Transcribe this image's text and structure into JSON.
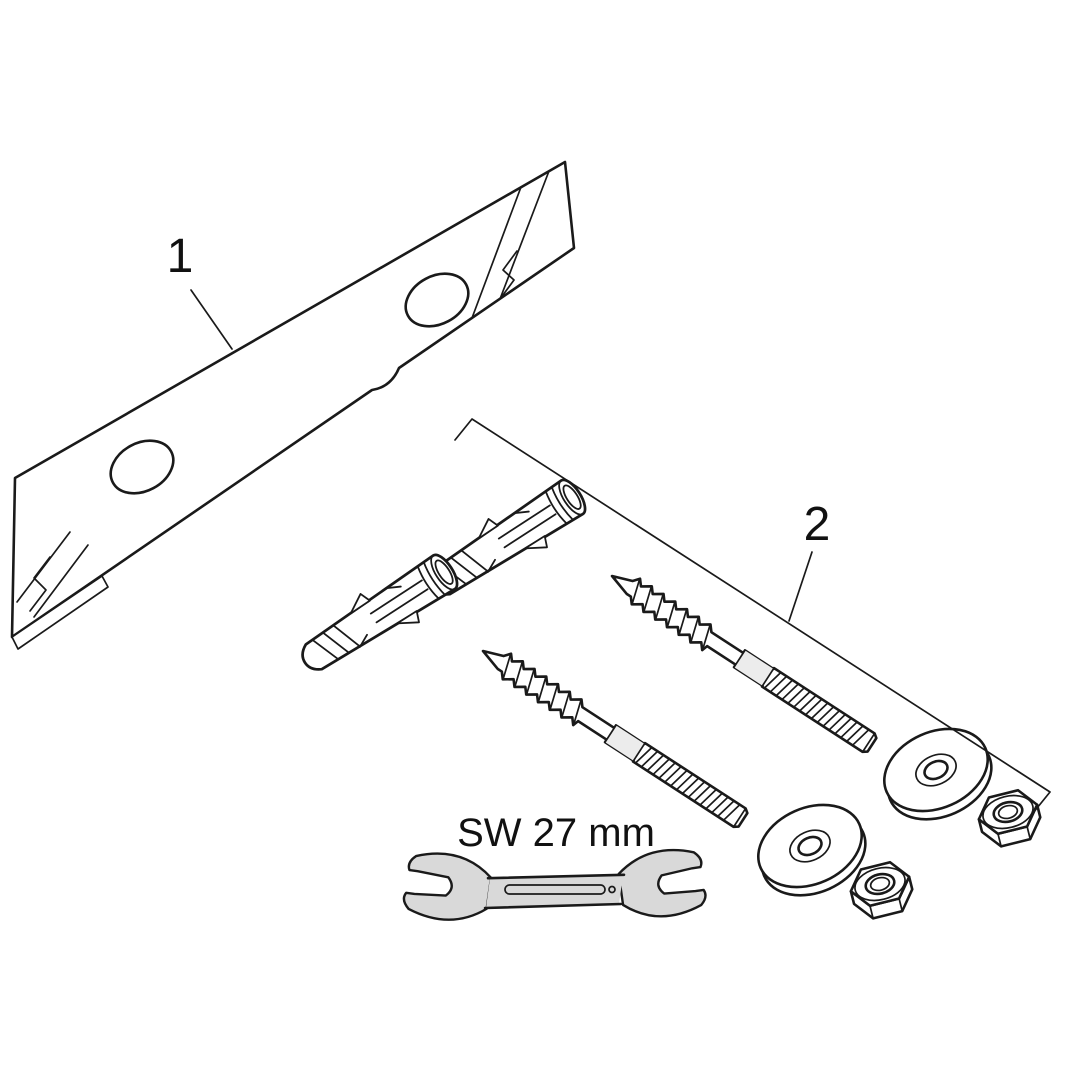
{
  "figure": {
    "callout_1": "1",
    "callout_2": "2",
    "wrench_label": "SW 27 mm",
    "colors": {
      "line": "#1a1a1a",
      "background": "#ffffff",
      "wrench_fill": "#d9d9d9"
    }
  }
}
